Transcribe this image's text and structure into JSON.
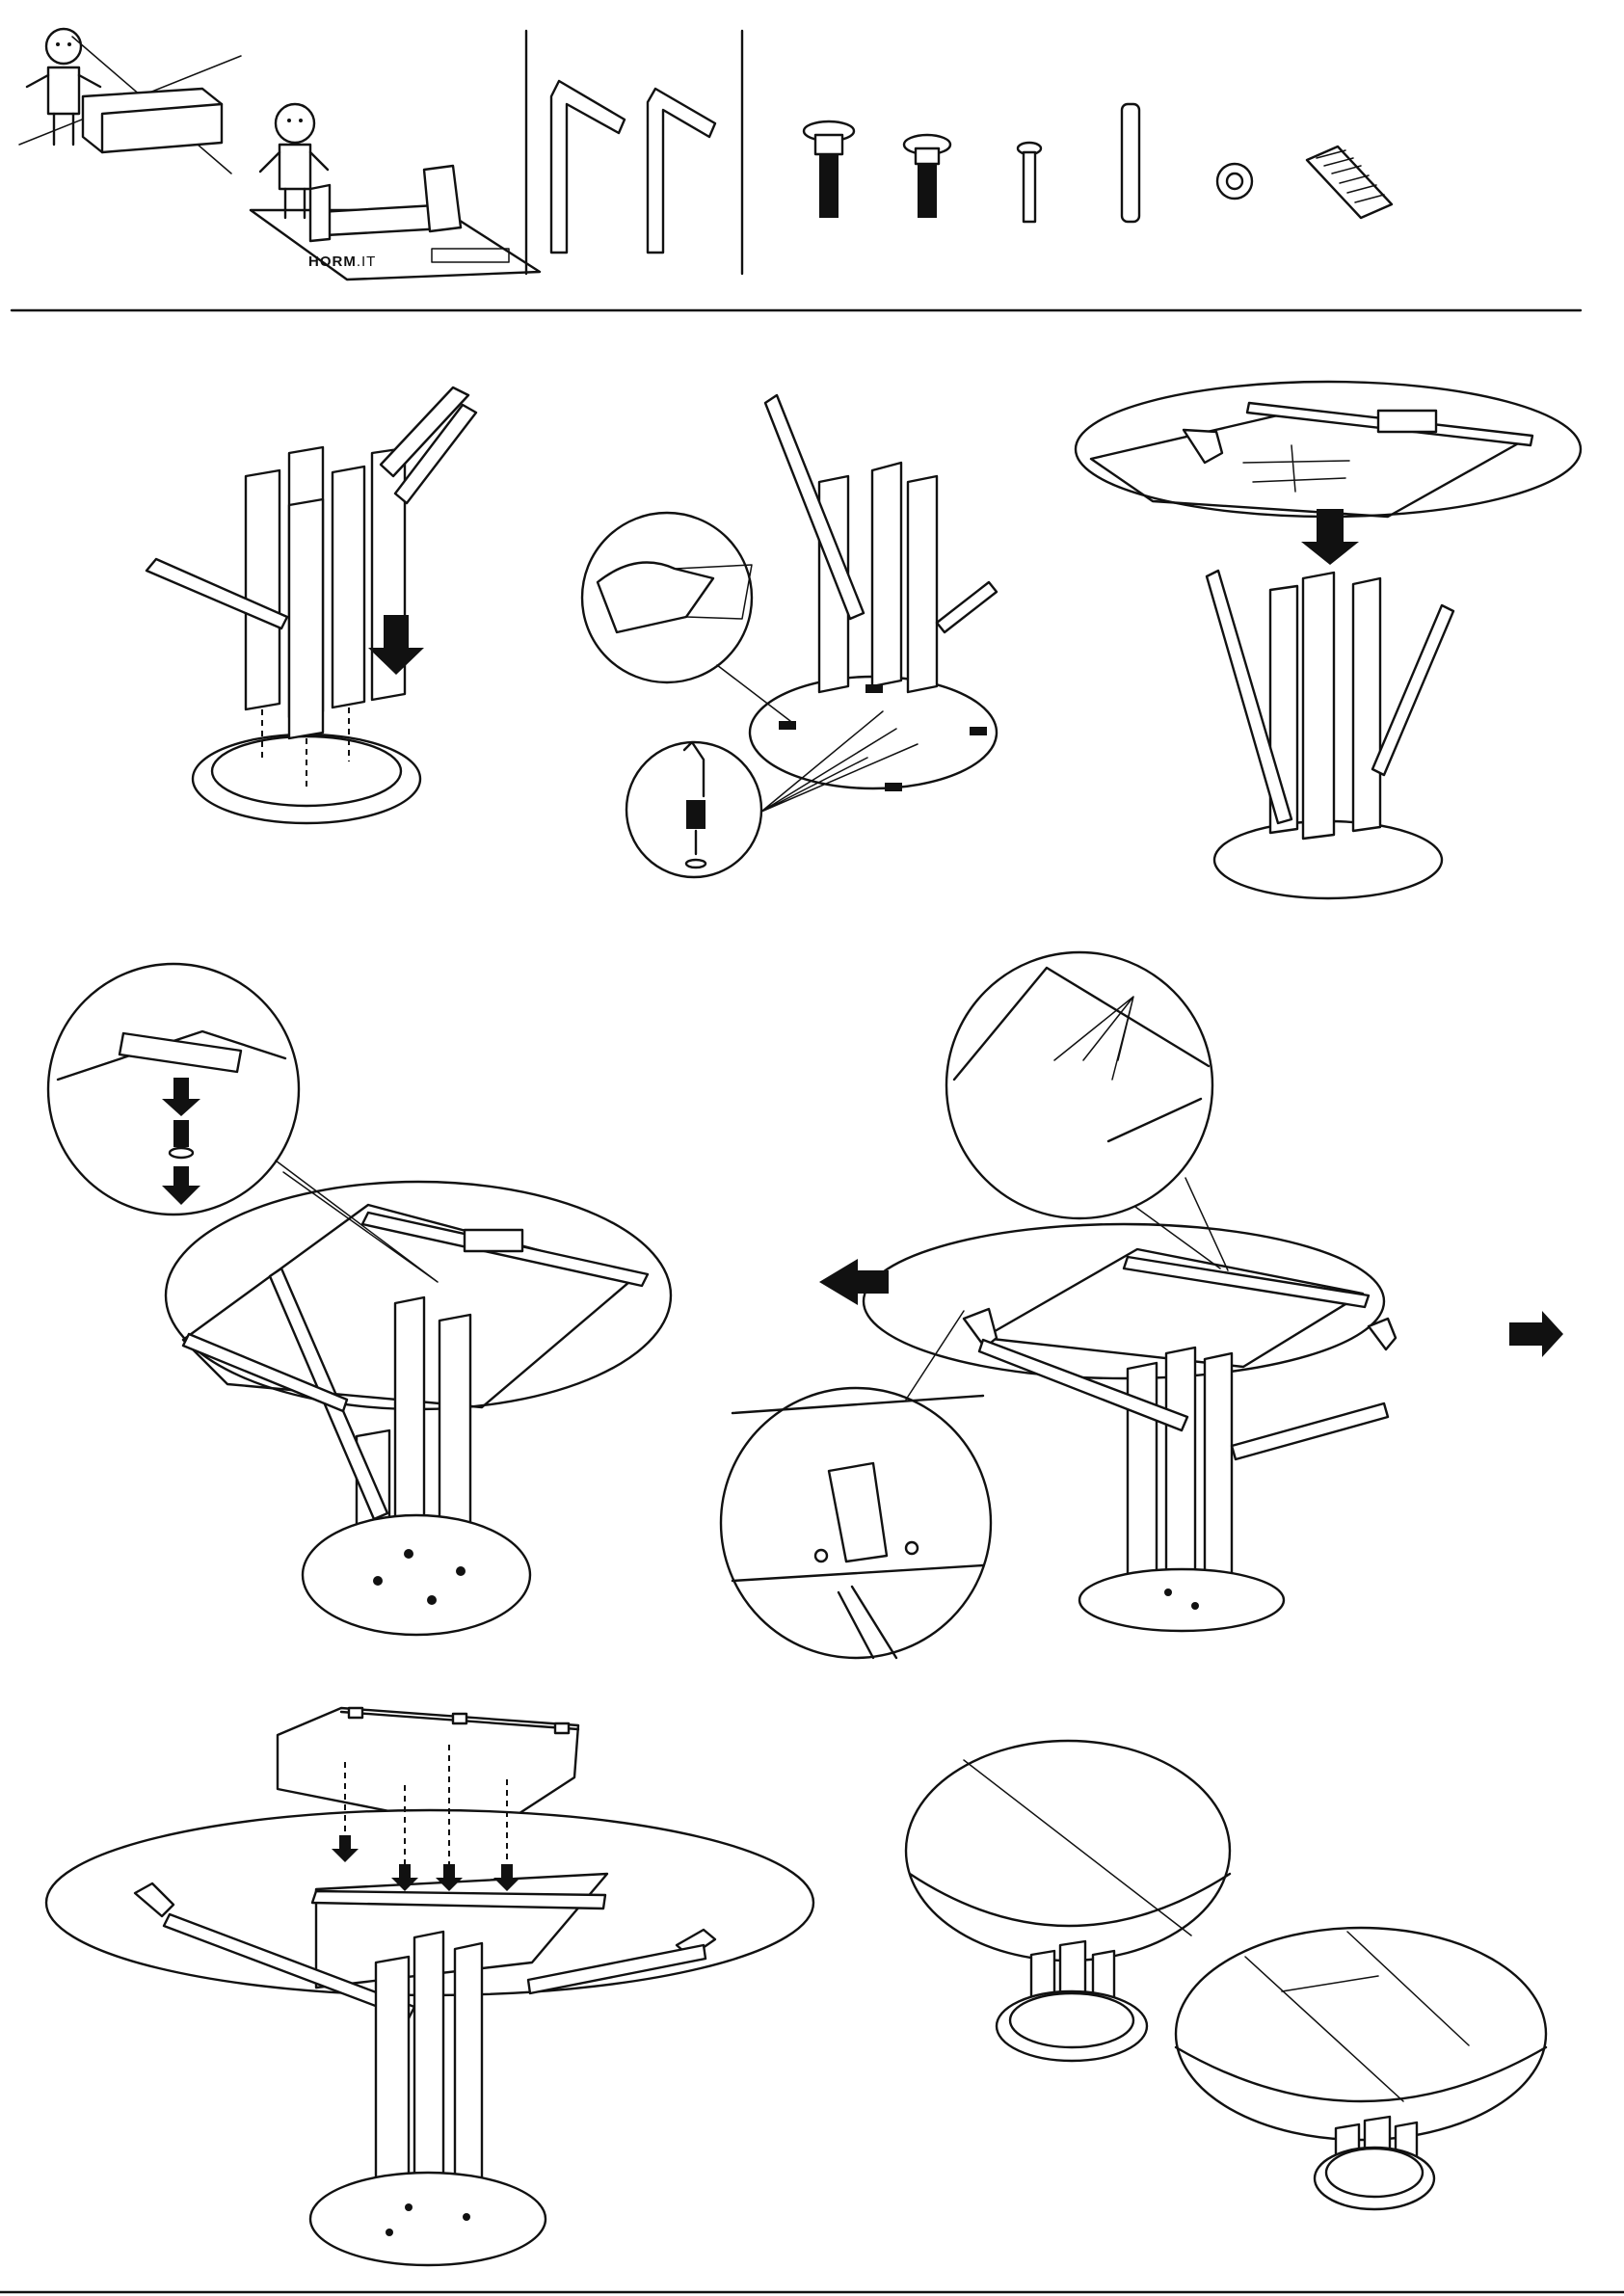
{
  "header": {
    "brand_name": "HORM",
    "brand_suffix": ".IT",
    "tools": [
      "hex-key-large",
      "hex-key-small"
    ],
    "hardware": [
      "long-bolt",
      "short-bolt",
      "small-screw",
      "dowel",
      "washer",
      "felt-pad"
    ]
  },
  "steps": [
    {
      "id": "step-1",
      "action": "insert-legs-into-base"
    },
    {
      "id": "step-2",
      "action": "screw-base-and-apply-pads"
    },
    {
      "id": "step-3",
      "action": "lower-top-onto-frame"
    },
    {
      "id": "step-4",
      "action": "bolt-frame-to-top"
    },
    {
      "id": "step-5",
      "action": "slide-leaves-open"
    },
    {
      "id": "step-6",
      "action": "insert-extension-leaf"
    },
    {
      "id": "step-7",
      "action": "finished-table"
    }
  ],
  "colors": {
    "ink": "#111111",
    "paper": "#ffffff"
  }
}
